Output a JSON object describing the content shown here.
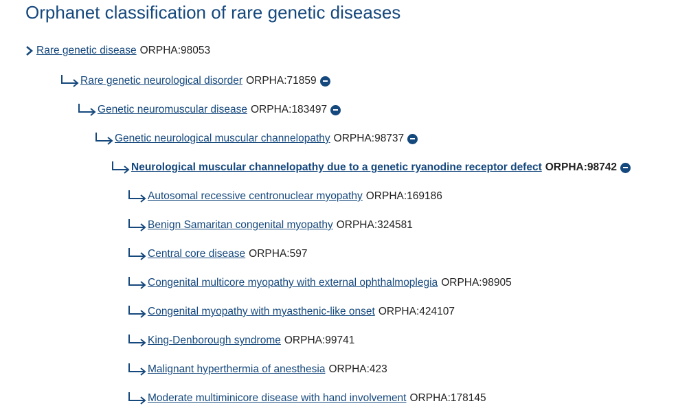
{
  "page": {
    "title": "Orphanet classification of rare genetic diseases"
  },
  "tree": [
    {
      "label": "Rare genetic disease",
      "code": "ORPHA:98053",
      "icon": "chevron-right-icon",
      "collapse": false,
      "current": false
    },
    {
      "label": "Rare genetic neurological disorder",
      "code": "ORPHA:71859",
      "icon": "branch-arrow-icon",
      "collapse": true,
      "current": false
    },
    {
      "label": "Genetic neuromuscular disease",
      "code": "ORPHA:183497",
      "icon": "branch-arrow-icon",
      "collapse": true,
      "current": false
    },
    {
      "label": "Genetic neurological muscular channelopathy",
      "code": "ORPHA:98737",
      "icon": "branch-arrow-icon",
      "collapse": true,
      "current": false
    },
    {
      "label": "Neurological muscular channelopathy due to a genetic ryanodine receptor defect",
      "code": "ORPHA:98742",
      "icon": "branch-arrow-icon",
      "collapse": true,
      "current": true
    },
    {
      "label": "Autosomal recessive centronuclear myopathy",
      "code": "ORPHA:169186",
      "icon": "branch-arrow-icon",
      "collapse": false,
      "current": false
    },
    {
      "label": "Benign Samaritan congenital myopathy",
      "code": "ORPHA:324581",
      "icon": "branch-arrow-icon",
      "collapse": false,
      "current": false
    },
    {
      "label": "Central core disease",
      "code": "ORPHA:597",
      "icon": "branch-arrow-icon",
      "collapse": false,
      "current": false
    },
    {
      "label": "Congenital multicore myopathy with external ophthalmoplegia",
      "code": "ORPHA:98905",
      "icon": "branch-arrow-icon",
      "collapse": false,
      "current": false
    },
    {
      "label": "Congenital myopathy with myasthenic-like onset",
      "code": "ORPHA:424107",
      "icon": "branch-arrow-icon",
      "collapse": false,
      "current": false
    },
    {
      "label": "King-Denborough syndrome",
      "code": "ORPHA:99741",
      "icon": "branch-arrow-icon",
      "collapse": false,
      "current": false
    },
    {
      "label": "Malignant hyperthermia of anesthesia",
      "code": "ORPHA:423",
      "icon": "branch-arrow-icon",
      "collapse": false,
      "current": false
    },
    {
      "label": "Moderate multiminicore disease with hand involvement",
      "code": "ORPHA:178145",
      "icon": "branch-arrow-icon",
      "collapse": false,
      "current": false
    }
  ],
  "colors": {
    "link": "#15487d",
    "text": "#222222",
    "icon": "#15487d"
  }
}
